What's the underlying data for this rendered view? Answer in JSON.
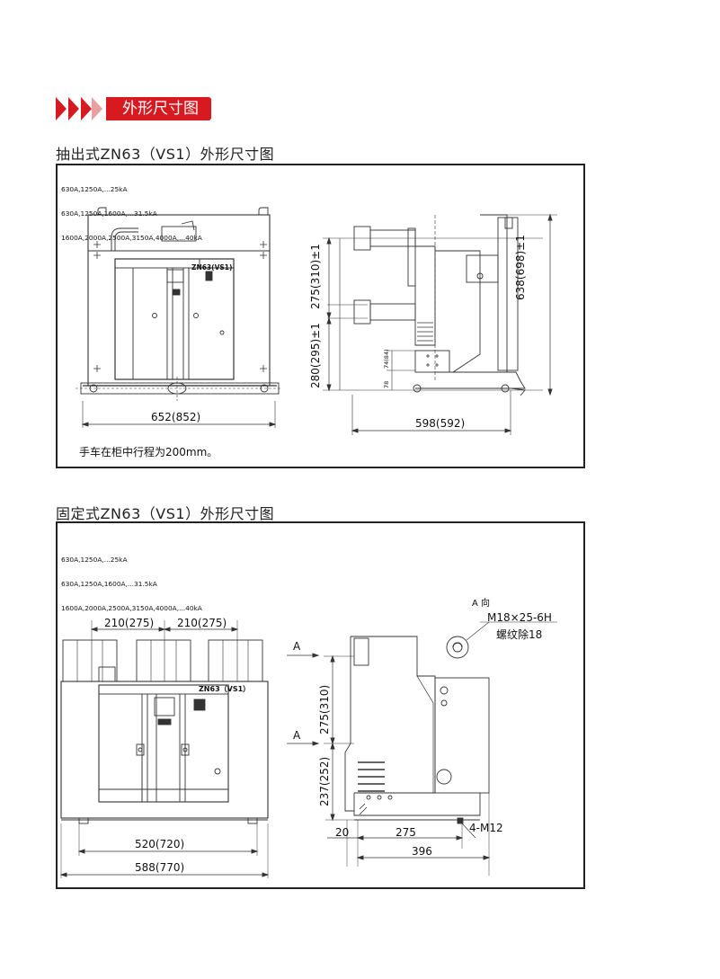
{
  "section_header": {
    "title": "外形尺寸图"
  },
  "figures": [
    {
      "title": "抽出式ZN63（VS1）外形尺寸图",
      "ratings": [
        "630A,1250A,...25kA",
        "630A,1250A,1600A,...31.5kA",
        "1600A,2000A,2500A,3150A,4000A,...40kA"
      ],
      "model_label": "ZN63(VS1)",
      "dims": {
        "width_front": "652(852)",
        "depth_side": "598(592)",
        "height_total": "638(698)±1",
        "upper_pitch": "275(310)±1",
        "lower_height": "280(295)±1",
        "small_74": "74(84)",
        "small_78": "78"
      },
      "footnote": "手车在柜中行程为200mm。"
    },
    {
      "title": "固定式ZN63（VS1）外形尺寸图",
      "ratings": [
        "630A,1250A,...25kA",
        "630A,1250A,1600A,...31.5kA",
        "1600A,2000A,2500A,3150A,4000A,...40kA"
      ],
      "model_label": "ZN63（VS1）",
      "dims": {
        "pitch_1": "210(275)",
        "pitch_2": "210(275)",
        "width_inner": "520(720)",
        "width_outer": "588(770)",
        "upper_pitch": "275(310)",
        "lower_height": "237(252)",
        "offset_20": "20",
        "base_275": "275",
        "depth_396": "396",
        "bolt": "4-M12",
        "arrow_a1": "A",
        "arrow_a2": "A",
        "view_a": "A 向",
        "thread": "M18×25-6H",
        "thread_depth": "螺纹除18"
      }
    }
  ]
}
